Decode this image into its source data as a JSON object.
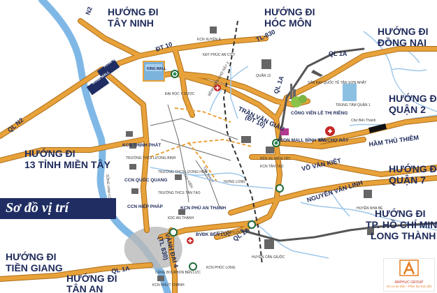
{
  "map_title": "Sơ đồ vị trí",
  "directions": {
    "tay_ninh_1": "HƯỚNG ĐI",
    "tay_ninh_2": "TÂY NINH",
    "hoc_mon_1": "HƯỚNG ĐI",
    "hoc_mon_2": "HÓC MÔN",
    "dong_nai_1": "HƯỚNG ĐI",
    "dong_nai_2": "ĐỒNG NAI",
    "quan2_1": "HƯỚNG ĐI",
    "quan2_2": "QUẬN 2",
    "mien_tay_1": "HƯỚNG ĐI",
    "mien_tay_2": "13 TỈNH MIỀN TÂY",
    "quan7_1": "HƯỚNG ĐI",
    "quan7_2": "QUẬN 7",
    "long_thanh_1": "HƯỚNG ĐI",
    "long_thanh_2": "TP. HỒ CHÍ MINH",
    "long_thanh_3": "LONG THÀNH",
    "tien_giang_1": "HƯỚNG ĐI",
    "tien_giang_2": "TIỀN GIANG",
    "tan_an_1": "HƯỚNG ĐI",
    "tan_an_2": "TÂN AN"
  },
  "roads": {
    "n2_top": "N2",
    "n2_left": "QL N2",
    "dt10_top": "ĐT 10",
    "tl830": "TL-830",
    "ql1a_top": "QL 1A",
    "ql1a_mid": "QL 1A",
    "ql1a_bottom": "QL 1A",
    "ql1a_left": "QL 1A",
    "tran_van_giau_1": "TRẦN VĂN GIÀU",
    "tran_van_giau_2": "(ĐT 10)",
    "vo_van_kiet": "VÕ VĂN KIỆT",
    "nguyen_van_linh": "NGUYỄN VĂN LINH",
    "ham_thu_thiem": "HẦM THỦ THIÊM",
    "vanh_dai": "VÀNH ĐAI 4",
    "vanh_dai_2": "(TL 830)",
    "song_vam_co": "SÔNG VÀM CỎ ĐÔNG"
  },
  "pois": {
    "rose_mall_1": "ROSE MALL",
    "rose_mall_2": "ROSE MALL",
    "king_mall": "KING MALL",
    "kcn_xuyen_a": "KCN XUYÊN Á",
    "kdt_phuc_an": "KĐT PHÚC AN CITY",
    "benh_vien_cho_ray_2": "BỆNH VIỆN CHỢ RẪY 2",
    "dai_hoc_y_duoc": "ĐẠI HỌC Y DƯỢC",
    "quan_12": "QUẬN 12",
    "san_bay": "SÂN BAY QUỐC TẾ TÂN SƠN NHẤT",
    "cong_vien": "CÔNG VIÊN LÊ THỊ RIÊNG",
    "trung_tam_q1": "TRUNG TÂM QUẬN 1",
    "cho_ben_thanh": "Chợ Bến Thành",
    "aeon_mall": "AEON MALL BÌNH TÂN",
    "bv_cho_ray": "BV. CHỢ RẪY",
    "ben_xe_mien_tay": "BẾN XE MIỀN TÂY",
    "kcn_tan_tao": "KCN TÂN TẠO",
    "kcn_thinh_phat": "KCN THỊNH PHÁT",
    "truong_thcs_luong_binh": "TRƯỜNG THCS LƯƠNG BÌNH",
    "truong_thcs_luong_hoa": "TRƯỜNG THCS LƯƠNG HÒA",
    "truong_thcs_tan_tao": "TRƯỜNG THCS TÂN TẠO",
    "ccn_quoc_quang": "CCN QUỐC QUANG",
    "ccn_hiep_phap": "CCN HIỆP PHÁP",
    "kcn_phu_an_thanh": "KCN PHÚ AN THẠNH",
    "kdc_an_thanh": "KDC AN THẠNH",
    "bvdk_ben_luc": "BVĐK BẾN LỨC",
    "kcn_vinh_loc_3": "KCN VĨNH LỘC 3",
    "huyen_can_giuoc": "HUYỆN CẦN GIUỘC",
    "huyen_nha_be": "HUYỆN NHÀ BÈ",
    "kcn_phuc_long": "KCN PHÚC LONG",
    "cang_bourbon": "CẢNG BOURBON BẾN LỨC",
    "kcn_nhut_chanh": "KCN NHỰT CHÁNH",
    "tan_kien": "TÂN KIÊN",
    "tan_nhut": "TÂN NHỰT",
    "hung_long": "HƯNG LONG"
  },
  "logo": {
    "name": "ANPHUC GROUP",
    "tagline": "An cư an tâm - Phúc lộc trọn đời"
  },
  "colors": {
    "road": "#e8a23a",
    "road_edge": "#ad6d19",
    "river": "#7fb8e6",
    "text": "#1e2a5a",
    "banner": "#1f2d63"
  }
}
